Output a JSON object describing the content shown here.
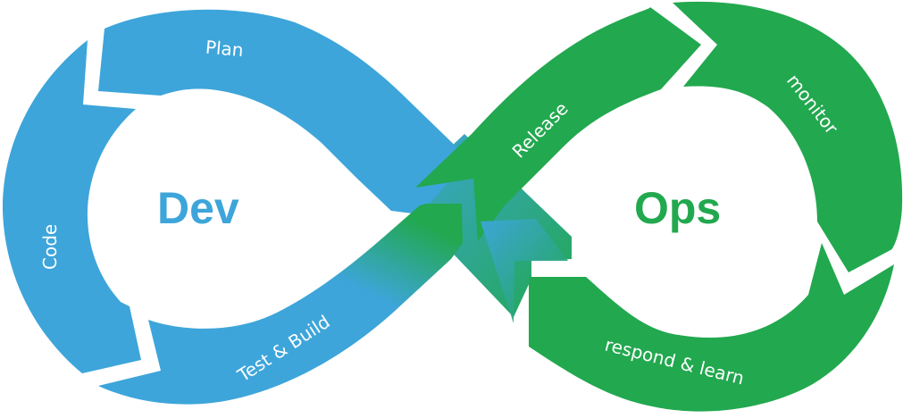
{
  "diagram": {
    "title": "DevOps infinity loop",
    "colors": {
      "dev": "#3DA5DA",
      "ops": "#22A84F",
      "background": "#FFFFFF",
      "label": "#FFFFFF"
    },
    "hubs": {
      "dev": "Dev",
      "ops": "Ops"
    },
    "stages": [
      {
        "id": "plan",
        "label": "Plan",
        "group": "dev"
      },
      {
        "id": "code",
        "label": "Code",
        "group": "dev"
      },
      {
        "id": "test-build",
        "label": "Test & Build",
        "group": "dev"
      },
      {
        "id": "release",
        "label": "Release",
        "group": "ops"
      },
      {
        "id": "monitor",
        "label": "monitor",
        "group": "ops"
      },
      {
        "id": "respond-learn",
        "label": "respond & learn",
        "group": "ops"
      }
    ]
  }
}
